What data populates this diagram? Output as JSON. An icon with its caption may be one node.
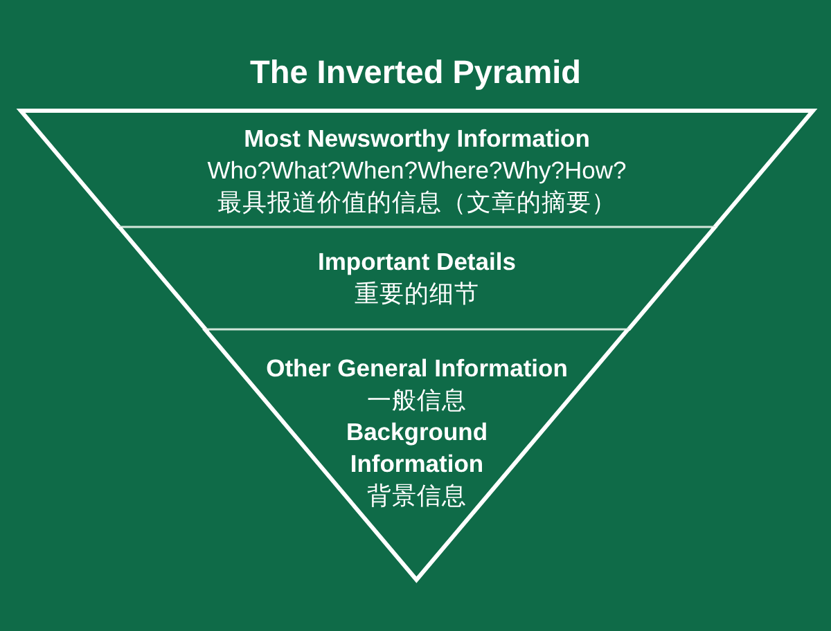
{
  "diagram": {
    "title": "The Inverted Pyramid",
    "nodes": [
      {
        "text": [
          "Most Newsworthy Information",
          "Who?What?When?Where?Why?How?",
          "最具报道价值的信息（文章的摘要）"
        ]
      },
      {
        "text": [
          "Important Details",
          "重要的细节"
        ]
      },
      {
        "text": [
          "Other General Information",
          "一般信息",
          "Background Information",
          "背景信息"
        ]
      }
    ]
  }
}
